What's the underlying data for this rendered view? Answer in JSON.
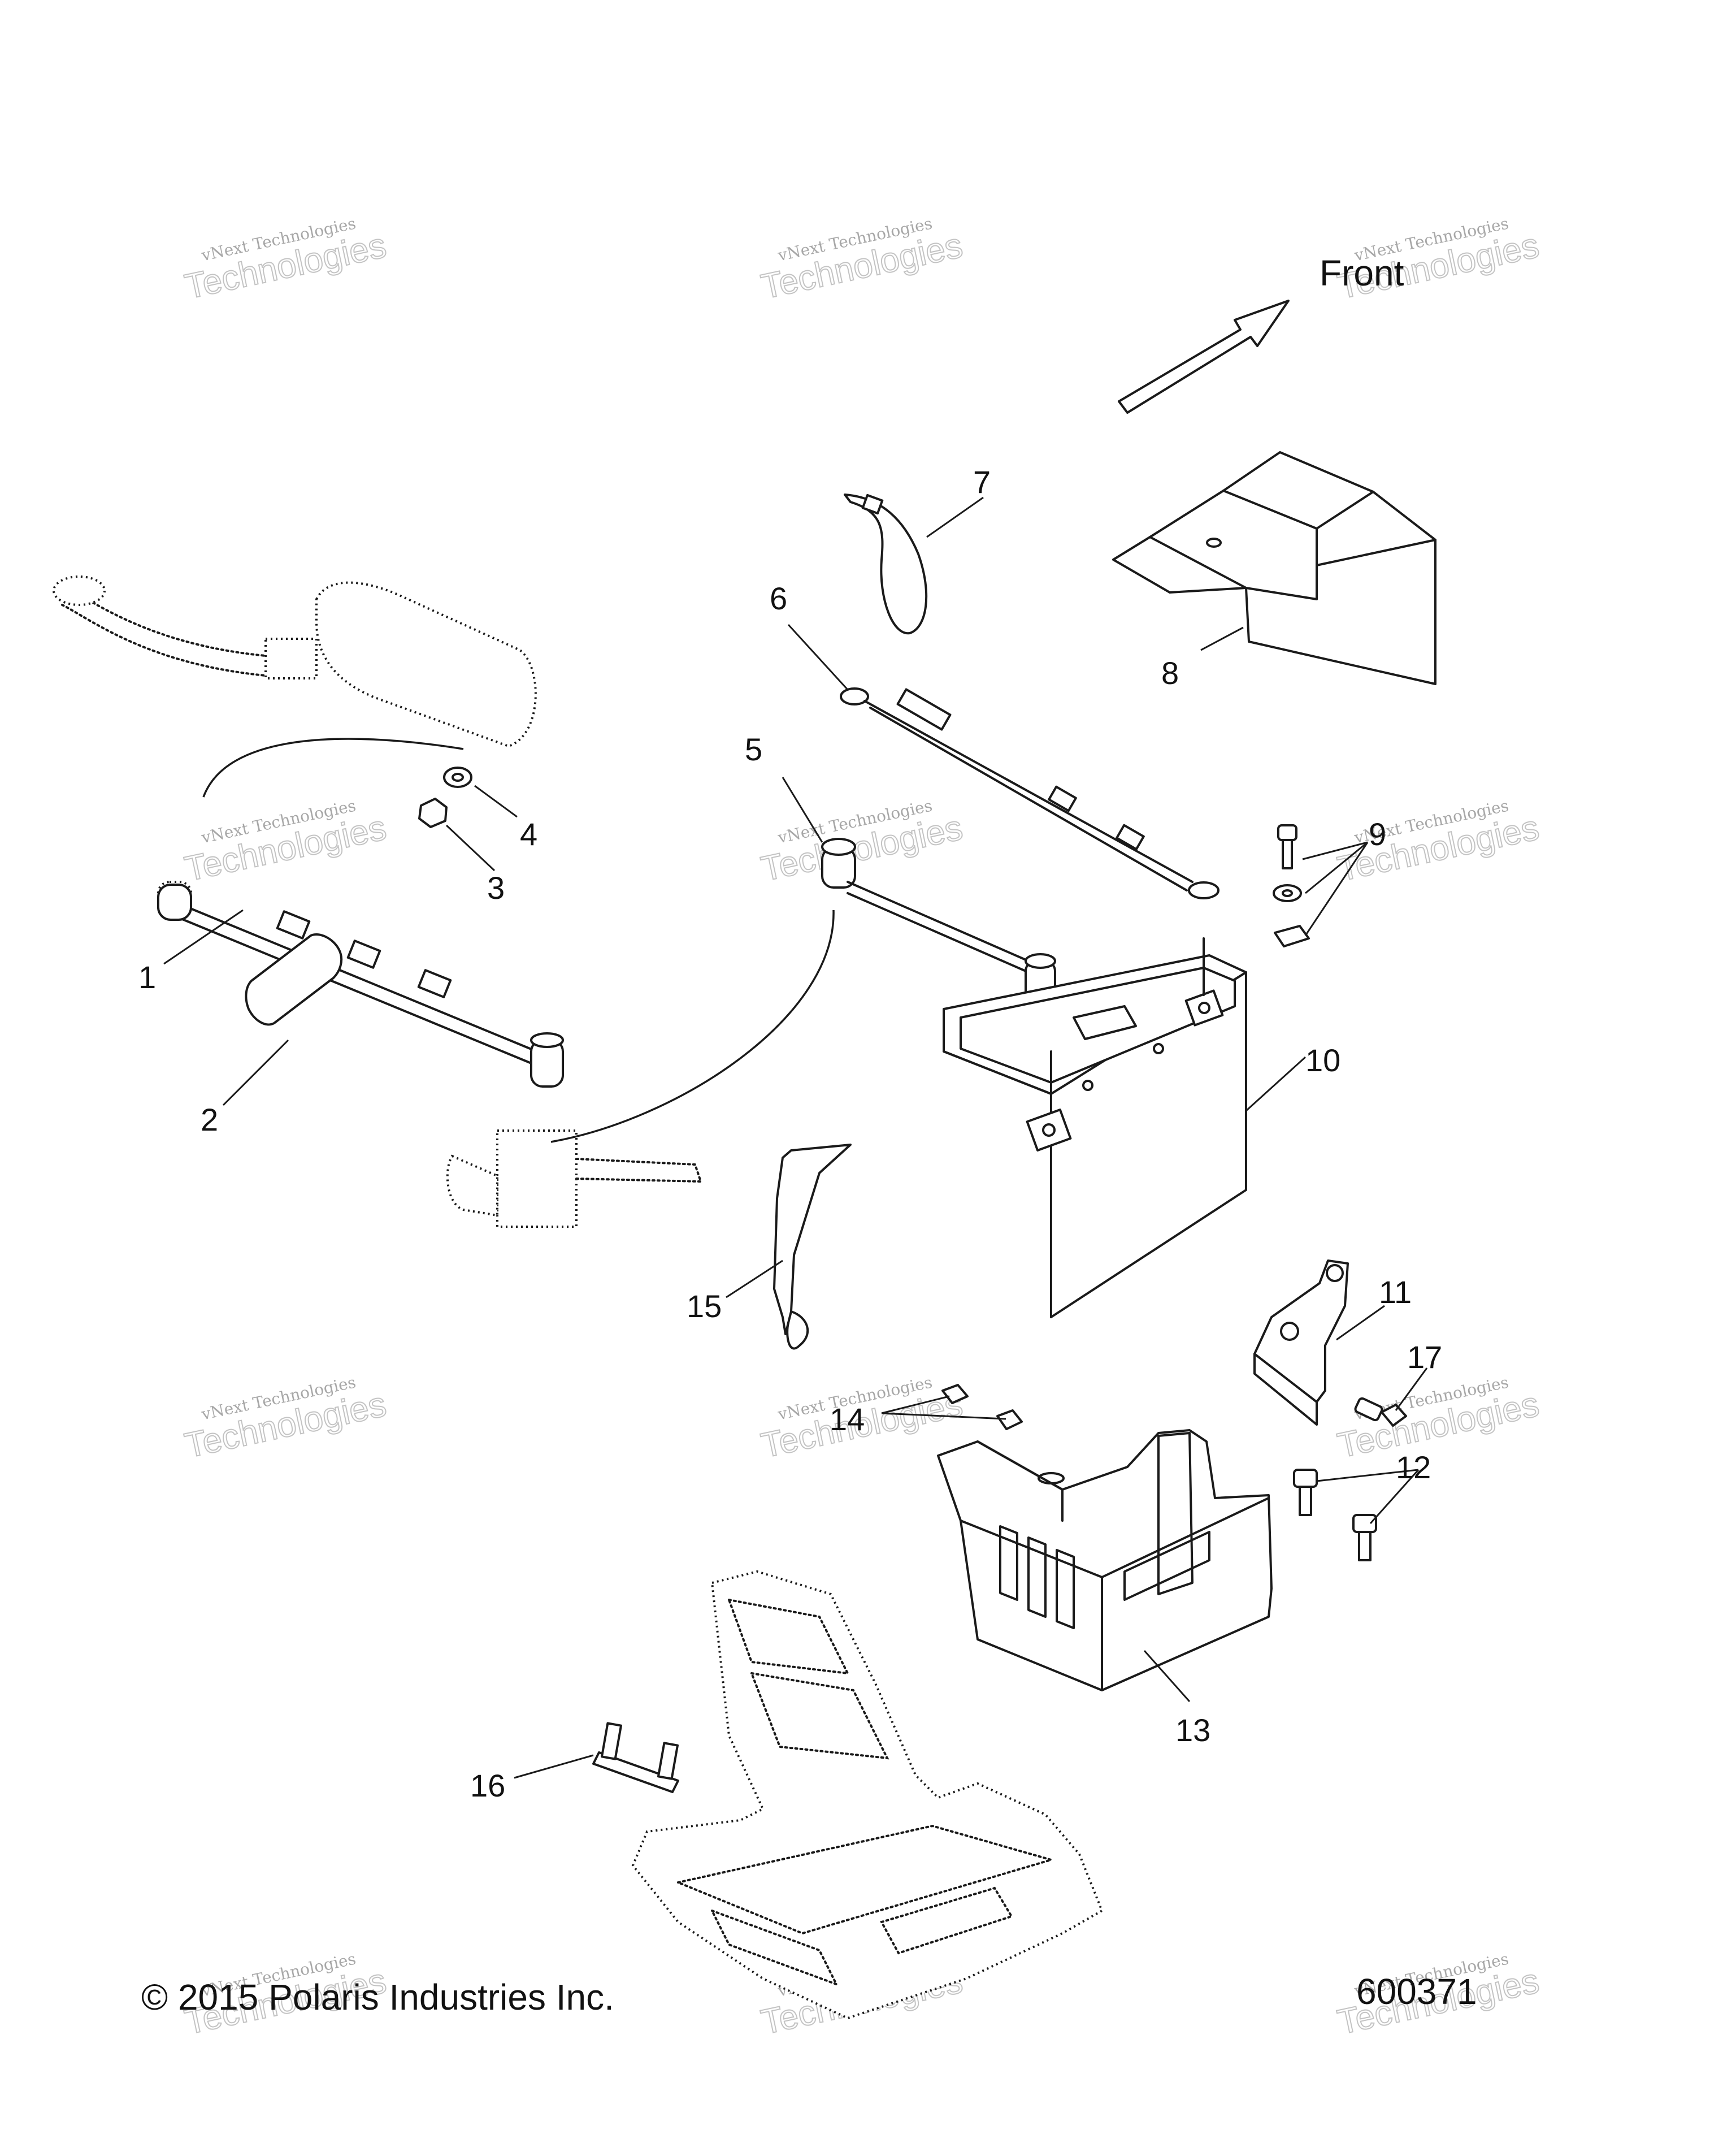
{
  "front_label": "Front",
  "callouts": [
    "1",
    "2",
    "3",
    "4",
    "5",
    "6",
    "7",
    "8",
    "9",
    "10",
    "11",
    "12",
    "13",
    "14",
    "15",
    "16",
    "17"
  ],
  "footer": {
    "copyright": "© 2015 Polaris Industries Inc.",
    "drawing_number": "600371"
  },
  "watermark": {
    "line1": "vNext Technologies",
    "line2": "Technologies"
  }
}
